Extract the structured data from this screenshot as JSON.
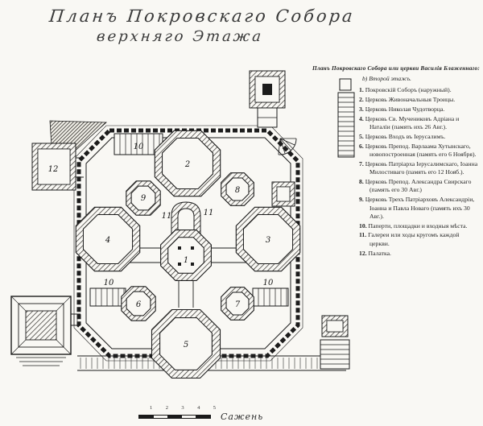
{
  "title": {
    "line1": "Планъ Покровскаго Собора",
    "line2": "верхняго Этажа"
  },
  "legend": {
    "heading": "Планъ Покровскаго Собора или церкви Василія Блаженнаго:",
    "subheading": "b) Второй этажъ.",
    "items": [
      {
        "num": "1.",
        "text": "Покровскій Соборъ (наружный)."
      },
      {
        "num": "2.",
        "text": "Церковь Живоначальныя Троицы."
      },
      {
        "num": "3.",
        "text": "Церковь Николая Чудотворца."
      },
      {
        "num": "4.",
        "text": "Церковь Св. Мучениковъ Адріана и Наталіи (память ихъ 26 Авг.)."
      },
      {
        "num": "5.",
        "text": "Церковь Входъ въ Іерусалимъ."
      },
      {
        "num": "6.",
        "text": "Церковь Препод. Варлаама Хутынскаго, новопостроенная (память его 6 Ноября)."
      },
      {
        "num": "7.",
        "text": "Церковь Патріарха Іерусалимскаго, Іоанна Милостиваго (память его 12 Нояб.)."
      },
      {
        "num": "8.",
        "text": "Церковь Препод. Александра Свирскаго (память его 30 Авг.)"
      },
      {
        "num": "9.",
        "text": "Церковь Трехъ Патріарховъ Александріи, Іоанна и Павла Новаго (память ихъ 30 Авг.)."
      },
      {
        "num": "10.",
        "text": "Паперти, площадки и входныя мѣста."
      },
      {
        "num": "11.",
        "text": "Галереи или ходы кругомъ каждой церкви."
      },
      {
        "num": "12.",
        "text": "Палатка."
      }
    ]
  },
  "plan": {
    "labels": [
      "10",
      "12",
      "2",
      "9",
      "11",
      "11",
      "8",
      "4",
      "1",
      "3",
      "10",
      "10",
      "6",
      "7",
      "5"
    ]
  },
  "scale_bar": {
    "ticks": [
      "1",
      "2",
      "3",
      "4",
      "5"
    ],
    "unit": "Сажень"
  },
  "colors": {
    "ink": "#1c1c1c",
    "paper": "#f9f8f4"
  }
}
